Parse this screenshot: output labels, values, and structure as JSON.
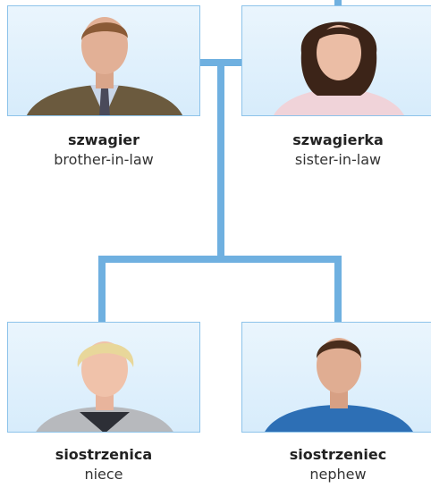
{
  "colors": {
    "connector": "#6fb0e0",
    "frame": "#8dc3ea",
    "background": "#d7ecfb"
  },
  "people": [
    {
      "polish": "szwagier",
      "english": "brother-in-law"
    },
    {
      "polish": "szwagierka",
      "english": "sister-in-law"
    },
    {
      "polish": "siostrzenica",
      "english": "niece"
    },
    {
      "polish": "siostrzeniec",
      "english": "nephew"
    }
  ]
}
